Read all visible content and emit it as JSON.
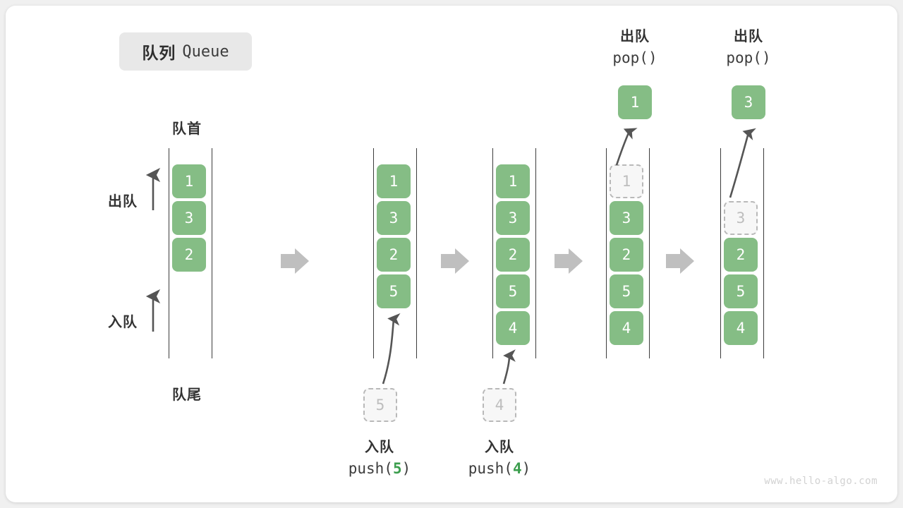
{
  "title": {
    "cn": "队列",
    "en": "Queue"
  },
  "labels": {
    "front": "队首",
    "rear": "队尾",
    "dequeue": "出队",
    "enqueue": "入队"
  },
  "colors": {
    "element_green": "#85bd85",
    "ghost_gray": "#b9b9b9",
    "arrow_gray": "#555555",
    "step_arrow_gray": "#bdbdbd",
    "text_dark": "#333333",
    "code_green": "#3c9e4e",
    "chip_bg": "#e8e8e8",
    "card_bg": "#ffffff",
    "page_bg": "#f0f0f0"
  },
  "stages": [
    {
      "name": "initial",
      "cells": [
        {
          "value": "1",
          "state": "filled"
        },
        {
          "value": "3",
          "state": "filled"
        },
        {
          "value": "2",
          "state": "filled"
        }
      ]
    },
    {
      "name": "after-push-5",
      "cells": [
        {
          "value": "1",
          "state": "filled"
        },
        {
          "value": "3",
          "state": "filled"
        },
        {
          "value": "2",
          "state": "filled"
        },
        {
          "value": "5",
          "state": "filled"
        }
      ],
      "incoming": {
        "value": "5",
        "state": "ghost"
      },
      "operation": {
        "cn": "入队",
        "fn": "push(",
        "arg": "5",
        "close": ")"
      }
    },
    {
      "name": "after-push-4",
      "cells": [
        {
          "value": "1",
          "state": "filled"
        },
        {
          "value": "3",
          "state": "filled"
        },
        {
          "value": "2",
          "state": "filled"
        },
        {
          "value": "5",
          "state": "filled"
        },
        {
          "value": "4",
          "state": "filled"
        }
      ],
      "incoming": {
        "value": "4",
        "state": "ghost"
      },
      "operation": {
        "cn": "入队",
        "fn": "push(",
        "arg": "4",
        "close": ")"
      }
    },
    {
      "name": "after-pop-1",
      "cells": [
        {
          "value": "1",
          "state": "ghost"
        },
        {
          "value": "3",
          "state": "filled"
        },
        {
          "value": "2",
          "state": "filled"
        },
        {
          "value": "5",
          "state": "filled"
        },
        {
          "value": "4",
          "state": "filled"
        }
      ],
      "outgoing": {
        "value": "1",
        "state": "filled"
      },
      "operation": {
        "cn": "出队",
        "fn": "pop(",
        "arg": "",
        "close": ")"
      }
    },
    {
      "name": "after-pop-3",
      "cells": [
        {
          "value": "",
          "state": "empty"
        },
        {
          "value": "3",
          "state": "ghost"
        },
        {
          "value": "2",
          "state": "filled"
        },
        {
          "value": "5",
          "state": "filled"
        },
        {
          "value": "4",
          "state": "filled"
        }
      ],
      "outgoing": {
        "value": "3",
        "state": "filled"
      },
      "operation": {
        "cn": "出队",
        "fn": "pop(",
        "arg": "",
        "close": ")"
      }
    }
  ],
  "watermark": "www.hello-algo.com"
}
